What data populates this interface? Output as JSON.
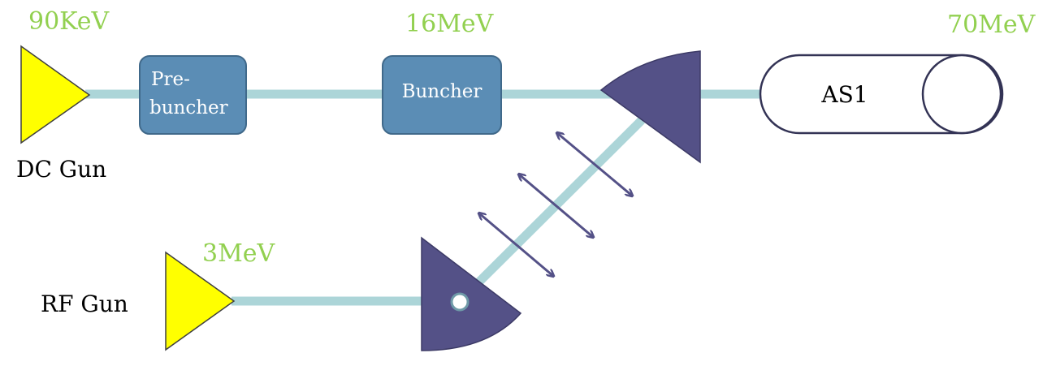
{
  "energies": {
    "dc_gun": "90KeV",
    "buncher": "16MeV",
    "as1": "70MeV",
    "rf_gun": "3MeV"
  },
  "labels": {
    "dc_gun": "DC Gun",
    "rf_gun": "RF Gun",
    "prebuncher_line1": "Pre-",
    "prebuncher_line2": "buncher",
    "buncher": "Buncher",
    "as1": "AS1"
  },
  "colors": {
    "beamline": "#acd5d8",
    "gun": "#ffff00",
    "box": "#5b8db5",
    "magnet": "#545187",
    "energy_text": "#92d050"
  }
}
